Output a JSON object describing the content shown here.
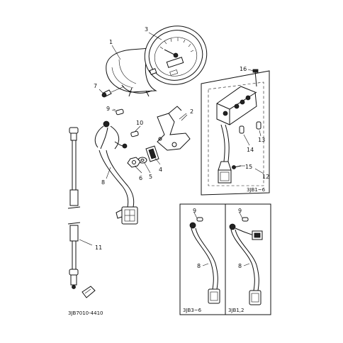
{
  "callouts": [
    "1",
    "2",
    "3",
    "4",
    "5",
    "6",
    "7",
    "8",
    "9",
    "10",
    "11",
    "12",
    "13",
    "14",
    "15",
    "16"
  ],
  "panel_labels": {
    "right_top": "3JB1~6",
    "bottom_left": "3JB3~6",
    "bottom_right": "3JB1,2"
  },
  "part_number_code": "3JB7010-4410"
}
